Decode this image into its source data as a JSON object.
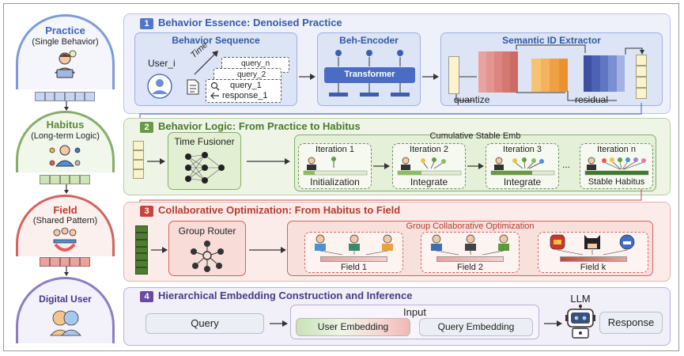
{
  "left": {
    "practice": {
      "title": "Practice",
      "subtitle": "(Single Behavior)"
    },
    "habitus": {
      "title": "Habitus",
      "subtitle": "(Long-term Logic)"
    },
    "field": {
      "title": "Field",
      "subtitle": "(Shared Pattern)"
    },
    "digital_user": {
      "title": "Digital User"
    }
  },
  "section1": {
    "number": "1",
    "title": "Behavior Essence: Denoised Practice",
    "behavior_sequence": {
      "title": "Behavior Sequence",
      "user": "User_i",
      "time": "Time",
      "query_n": "query_n",
      "query_2": "query_2",
      "query_1": "query_1",
      "response_1": "response_1"
    },
    "beh_encoder": {
      "title": "Beh-Encoder",
      "transformer": "Transformer"
    },
    "semantic": {
      "title": "Semantic ID Extractor",
      "quantize": "quantize",
      "residual": "residual"
    }
  },
  "section2": {
    "number": "2",
    "title": "Behavior Logic: From Practice to Habitus",
    "time_fusioner": "Time Fusioner",
    "cumulative": "Cumulative Stable Emb",
    "iterations": [
      {
        "title": "Iteration 1",
        "label": "Initialization"
      },
      {
        "title": "Iteration 2",
        "label": "Integrate"
      },
      {
        "title": "Iteration 3",
        "label": "Integrate"
      },
      {
        "title": "Iteration n",
        "label": "Stable Habitus"
      }
    ],
    "ellipsis": "..."
  },
  "section3": {
    "number": "3",
    "title": "Collaborative Optimization: From Habitus to Field",
    "group_router": "Group Router",
    "group_collab": "Group Collaborative Optimization",
    "fields": [
      "Field 1",
      "Field 2",
      "Field k"
    ]
  },
  "section4": {
    "number": "4",
    "title": "Hierarchical Embedding Construction and Inference",
    "query": "Query",
    "input": "Input",
    "user_embedding": "User Embedding",
    "query_embedding": "Query Embedding",
    "llm": "LLM",
    "response": "Response"
  },
  "colors": {
    "blue_section": "#eef1fa",
    "green_section": "#eef5e6",
    "red_section": "#fbecea",
    "purple_section": "#f1eff8",
    "num_blue": "#4f77c8",
    "num_green": "#6b9a45",
    "num_red": "#c9443c",
    "num_purple": "#6a4ba0"
  }
}
